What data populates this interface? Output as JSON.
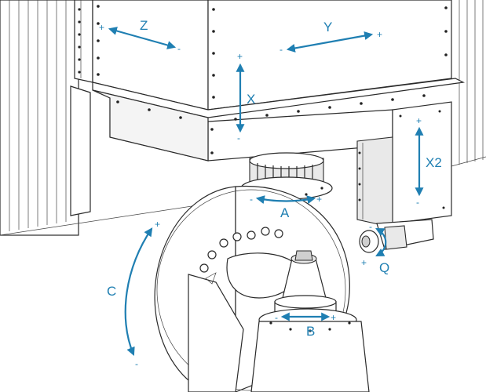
{
  "colors": {
    "axis": "#1f7fb2",
    "line": "#2a2a2a"
  },
  "axes": {
    "z": {
      "label": "Z",
      "plus": "+",
      "minus": "-"
    },
    "y": {
      "label": "Y",
      "plus": "+",
      "minus": "-"
    },
    "x": {
      "label": "X",
      "plus": "+",
      "minus": "-"
    },
    "x2": {
      "label": "X2",
      "plus": "+",
      "minus": "-"
    },
    "a": {
      "label": "A",
      "plus": "+",
      "minus": "-"
    },
    "c": {
      "label": "C",
      "plus": "+",
      "minus": "-"
    },
    "q": {
      "label": "Q",
      "plus": "+",
      "minus": "-"
    },
    "b": {
      "label": "B",
      "plus": "+",
      "minus": "-"
    }
  }
}
